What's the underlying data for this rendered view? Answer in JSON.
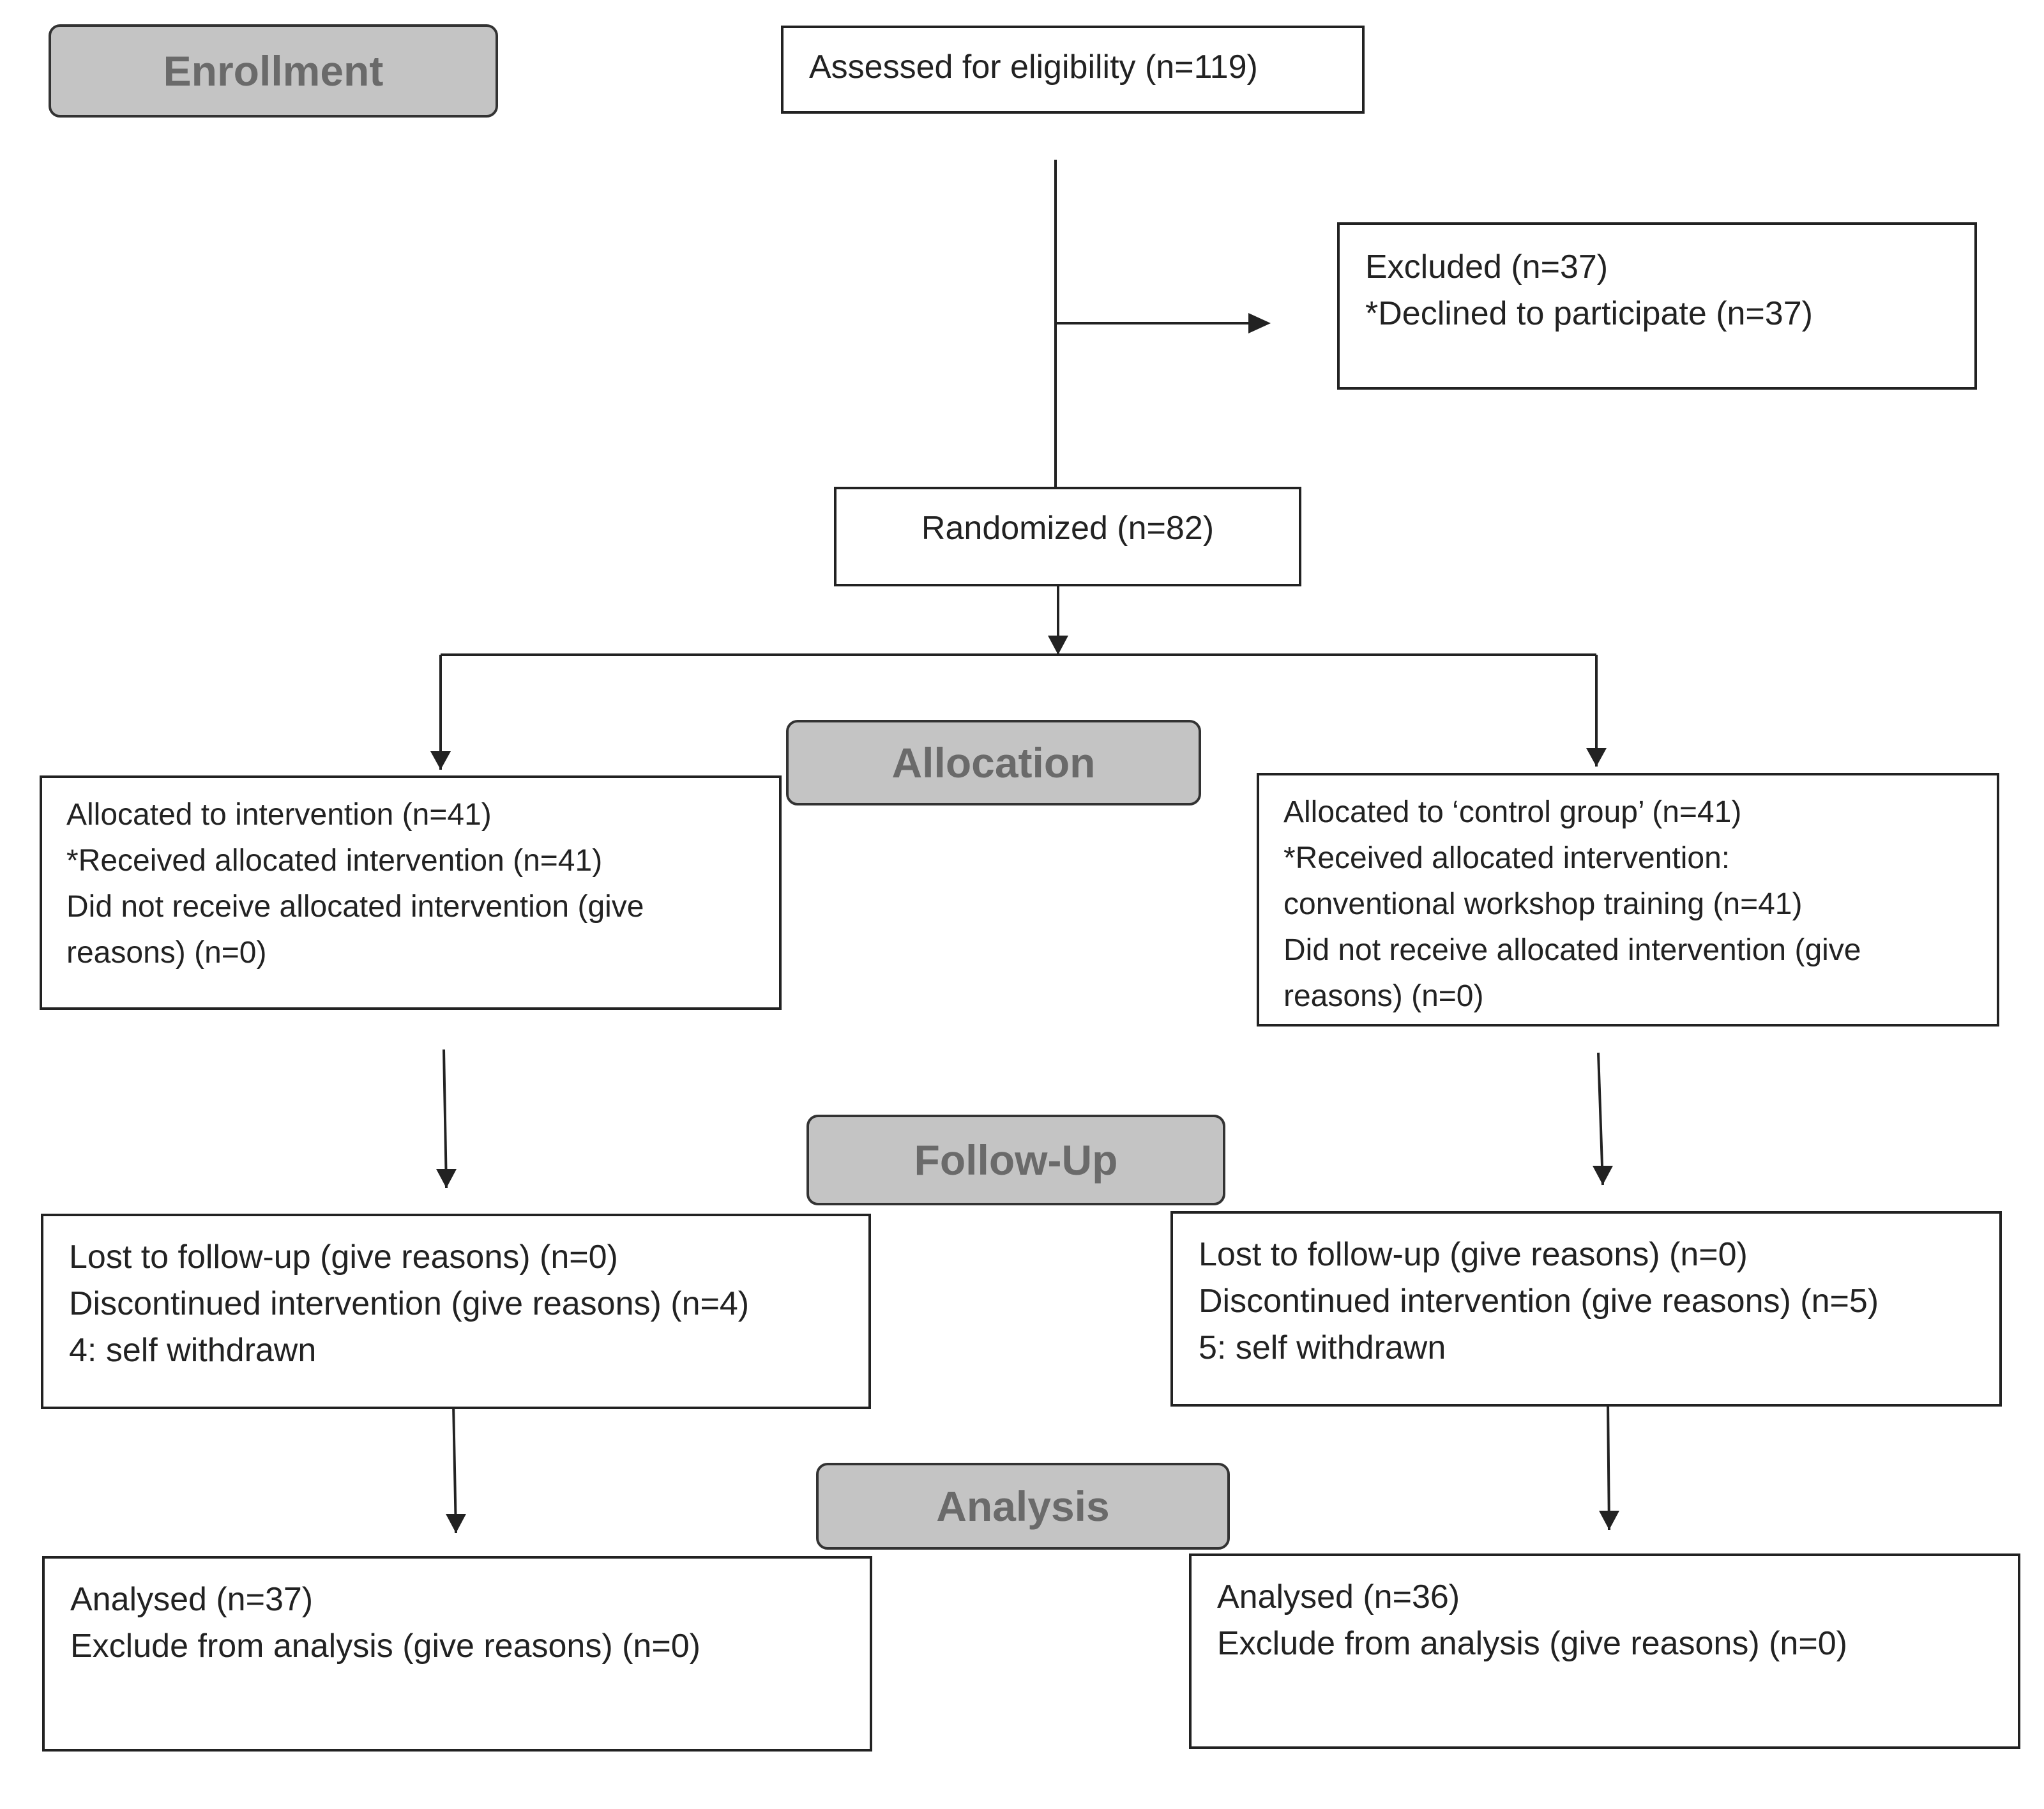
{
  "stages": {
    "enrollment": "Enrollment",
    "allocation": "Allocation",
    "follow_up": "Follow-Up",
    "analysis": "Analysis"
  },
  "boxes": {
    "assessed": [
      "Assessed for eligibility (n=119)"
    ],
    "excluded": [
      "Excluded (n=37)",
      "*Declined to participate (n=37)"
    ],
    "randomized": [
      "Randomized (n=82)"
    ],
    "alloc_intervention": [
      "Allocated to intervention (n=41)",
      "*Received allocated intervention (n=41)",
      "Did not receive allocated intervention (give",
      "reasons) (n=0)"
    ],
    "alloc_control": [
      "Allocated to ‘control group’ (n=41)",
      "*Received allocated intervention:",
      "conventional workshop training  (n=41)",
      "Did not receive allocated intervention (give",
      "reasons) (n=0)"
    ],
    "followup_intervention": [
      "Lost to follow-up (give reasons) (n=0)",
      "Discontinued intervention (give reasons) (n=4)",
      "4: self withdrawn"
    ],
    "followup_control": [
      "Lost to follow-up (give reasons) (n=0)",
      "Discontinued intervention (give reasons) (n=5)",
      "5: self withdrawn"
    ],
    "analysis_intervention": [
      "Analysed (n=37)",
      "Exclude from analysis (give reasons) (n=0)"
    ],
    "analysis_control": [
      "Analysed (n=36)",
      "Exclude from analysis (give reasons) (n=0)"
    ]
  }
}
